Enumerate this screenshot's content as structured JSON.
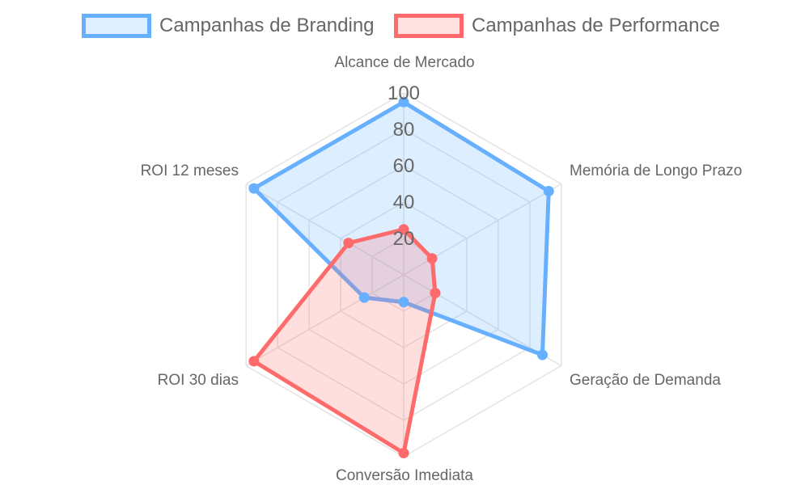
{
  "chart_data": {
    "type": "radar",
    "title": "",
    "categories": [
      "Alcance de Mercado",
      "Memória de Longo Prazo",
      "Geração de Demanda",
      "Conversão Imediata",
      "ROI 30 dias",
      "ROI 12 meses"
    ],
    "series": [
      {
        "name": "Campanhas de Branding",
        "values": [
          95,
          92,
          88,
          15,
          25,
          95
        ],
        "border_color": "#66B0FF",
        "fill_color": "rgba(102,176,255,0.22)"
      },
      {
        "name": "Campanhas de Performance",
        "values": [
          25,
          18,
          20,
          98,
          95,
          35
        ],
        "border_color": "#FF6B6B",
        "fill_color": "rgba(255,107,107,0.22)"
      }
    ],
    "r_axis": {
      "min": 0,
      "max": 100,
      "step": 20,
      "ticks": [
        "20",
        "40",
        "60",
        "80",
        "100"
      ]
    },
    "grid": true,
    "legend_position": "top"
  },
  "legend": {
    "items": [
      {
        "label": "Campanhas de Branding"
      },
      {
        "label": "Campanhas de Performance"
      }
    ]
  }
}
